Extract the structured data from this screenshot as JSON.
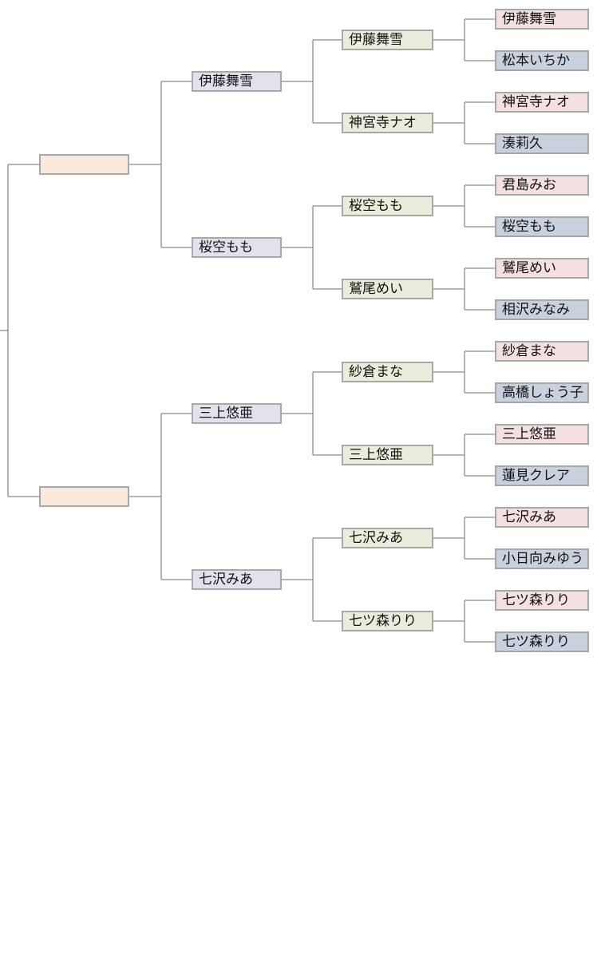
{
  "colors": {
    "line": "#8c8c8c",
    "border": "#a8a8a8",
    "level0": "#fbeadb",
    "level1": "#e4e0ec",
    "level2": "#e8eedb",
    "winner": "#f3e0df",
    "runnerup": "#c9d0de"
  },
  "tree": {
    "label": "",
    "children": [
      {
        "label": "",
        "children": [
          {
            "label": "伊藤舞雪",
            "children": [
              {
                "label": "伊藤舞雪",
                "children": [
                  {
                    "label": "伊藤舞雪"
                  },
                  {
                    "label": "松本いちか"
                  }
                ]
              },
              {
                "label": "神宮寺ナオ",
                "children": [
                  {
                    "label": "神宮寺ナオ"
                  },
                  {
                    "label": "湊莉久"
                  }
                ]
              }
            ]
          },
          {
            "label": "桜空もも",
            "children": [
              {
                "label": "桜空もも",
                "children": [
                  {
                    "label": "君島みお"
                  },
                  {
                    "label": "桜空もも"
                  }
                ]
              },
              {
                "label": "鷲尾めい",
                "children": [
                  {
                    "label": "鷲尾めい"
                  },
                  {
                    "label": "相沢みなみ"
                  }
                ]
              }
            ]
          }
        ]
      },
      {
        "label": "",
        "children": [
          {
            "label": "三上悠亜",
            "children": [
              {
                "label": "紗倉まな",
                "children": [
                  {
                    "label": "紗倉まな"
                  },
                  {
                    "label": "高橋しょう子"
                  }
                ]
              },
              {
                "label": "三上悠亜",
                "children": [
                  {
                    "label": "三上悠亜"
                  },
                  {
                    "label": "蓮見クレア"
                  }
                ]
              }
            ]
          },
          {
            "label": "七沢みあ",
            "children": [
              {
                "label": "七沢みあ",
                "children": [
                  {
                    "label": "七沢みあ"
                  },
                  {
                    "label": "小日向みゆう"
                  }
                ]
              },
              {
                "label": "七ツ森りり",
                "children": [
                  {
                    "label": "七ツ森りり"
                  },
                  {
                    "label": "七ツ森りり"
                  }
                ]
              }
            ]
          }
        ]
      }
    ]
  }
}
